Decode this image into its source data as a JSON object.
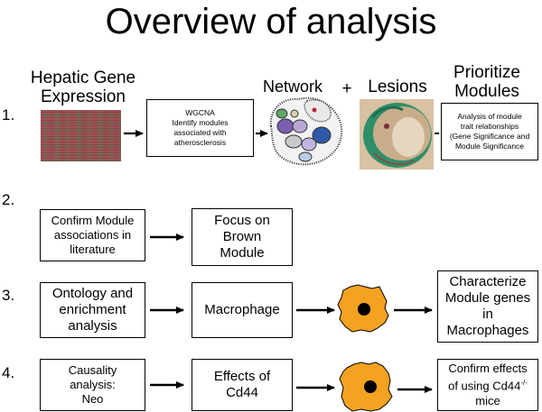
{
  "title": "Overview of analysis",
  "row1": {
    "number": "1.",
    "label_expression": "Hepatic Gene\nExpression",
    "wgcna_box": "WGCNA\nIdentify modules\nassociated with\natherosclerosis",
    "label_network": "Network",
    "plus": "+",
    "label_lesions": "Lesions",
    "label_prioritize": "Prioritize\nModules",
    "prioritize_box": "Analysis of module\ntrait relationships\n(Gene Significance and\nModule Significance"
  },
  "row2": {
    "number": "2.",
    "box_left": "Confirm Module\nassociations in\nliterature",
    "box_right": "Focus on\nBrown\nModule"
  },
  "row3": {
    "number": "3.",
    "box_left": "Ontology and\nenrichment\nanalysis",
    "box_mid": "Macrophage",
    "box_right": "Characterize\nModule genes\nin\nMacrophages"
  },
  "row4": {
    "number": "4.",
    "box_left": "Causality\nanalysis:\nNeo",
    "box_mid": "Effects of\nCd44",
    "box_right_pre": "Confirm effects\nof using Cd44",
    "box_right_sup": "-/-",
    "box_right_post": "\nmice"
  },
  "colors": {
    "cell_fill": "#f4a320",
    "cell_nucleus": "#000000",
    "lesion_green": "#2f8f6a",
    "lesion_tan": "#c9ad8a"
  }
}
